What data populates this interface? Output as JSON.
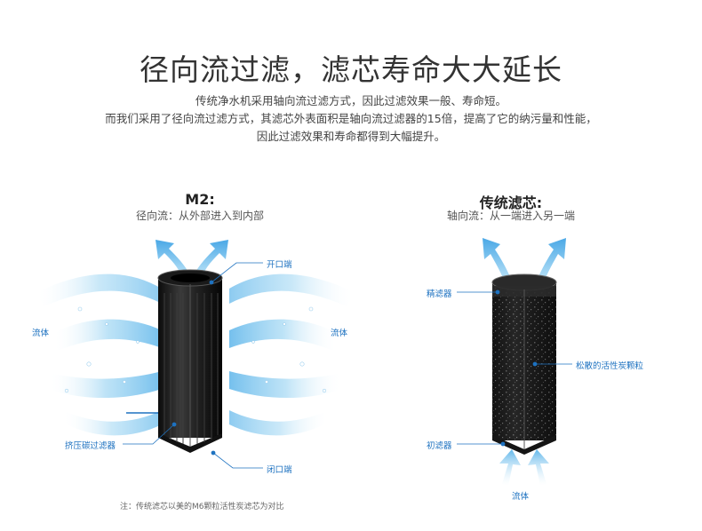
{
  "header": {
    "title": "径向流过滤，滤芯寿命大大延长",
    "desc_line1": "传统净水机采用轴向流过滤方式，因此过滤效果一般、寿命短。",
    "desc_line2": "而我们采用了径向流过滤方式，其滤芯外表面积是轴向流过滤器的15倍，提高了它的纳污量和性能，",
    "desc_line3": "因此过滤效果和寿命都得到大幅提升。"
  },
  "m2": {
    "title": "M2:",
    "subtitle": "径向流：从外部进入到内部",
    "label_open": "开口端",
    "label_fluid_left": "流体",
    "label_fluid_right": "流体",
    "label_carbon": "挤压碳过滤器",
    "label_closed": "闭口端"
  },
  "traditional": {
    "title": "传统滤芯:",
    "subtitle": "轴向流：从一端进入另一端",
    "label_fine": "精滤器",
    "label_granular": "松散的活性炭颗粒",
    "label_primary": "初滤器",
    "label_fluid": "流体"
  },
  "footnote": "注：传统滤芯以美的M6颗粒活性炭滤芯为对比",
  "colors": {
    "accent": "#1e72c0",
    "flow": "#6fc0ec"
  }
}
